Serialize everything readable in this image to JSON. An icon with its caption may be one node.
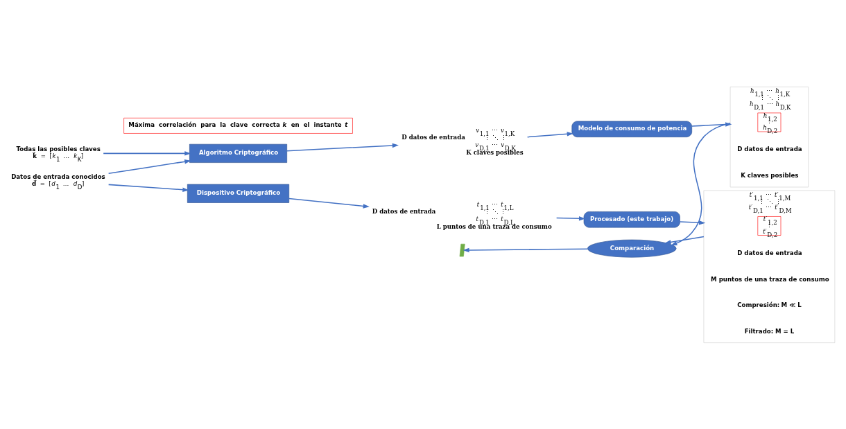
{
  "diagram": {
    "nodes": [
      {
        "text": [
          "Todas las posibles claves",
          "**k⃗** = [*k*$_{1}$ … *k*$_{K}$]"
        ]
      },
      {
        "text": [
          "Datos de entrada conocidos",
          "**d⃗** = [*d*$_{1}$ … *d*$_{D}$]"
        ]
      },
      {
        "text": [
          "Algoritmo Criptográfico"
        ]
      },
      {
        "text": [
          "*v*$_{1,1}$ ⋯ *v*$_{1,K}$",
          "⋮ ⋱ ⋮",
          "*v*$_{D,1}$ ⋯ *v*$_{D,K}$"
        ],
        "beside": [
          "D datos de entrada",
          "K claves posibles"
        ]
      },
      {
        "text": [
          "Modelo de consumo de potencia"
        ]
      },
      {
        "text": [
          "*h*$_{1,1}$ ⋯ *h*$_{1,K}$",
          "⋮ ⋱ ⋮",
          "*h*$_{D,1}$ ⋯ *h*$_{D,K}$"
        ],
        "beside": [
          "D datos de entrada",
          "K claves posibles"
        ]
      },
      {
        "text": [
          "*h*$_{1,2}$ ⋮ *h*$_{D,2}$"
        ],
        "in": 5
      },
      {
        "text": [
          "Dispositivo Criptográfico"
        ]
      },
      {
        "text": [
          "*t*$_{1,1}$ ⋯ *t*$_{1,L}$",
          "⋮ ⋱ ⋮",
          "*t*$_{D,1}$ ⋯ *t*$_{D,L}$"
        ],
        "beside": [
          "D datos de entrada",
          "L puntos de una traza de consumo"
        ]
      },
      {
        "text": [
          "Procesado (este trabajo)"
        ]
      },
      {
        "text": [
          "*t′*$_{1,1}$ ⋯ *t′*$_{1,M}$",
          "⋮ ⋱ ⋮",
          "*t′*$_{D,1}$ ⋯ *t′*$_{D,M}$"
        ],
        "beside": [
          "D datos de entrada",
          "M puntos de una traza de consumo",
          "Compresión: **M ≪ L**",
          "Filtrado: **M = L**"
        ]
      },
      {
        "text": [
          "*t′*$_{1,2}$ ⋮ *t′*$_{D,2}$"
        ],
        "in": 10
      },
      {
        "text": [
          "Comparación"
        ]
      },
      {
        "text": [
          "Máxima correlación para la clave correcta *k* en el instante *t*"
        ]
      },
      {
        "text": [],
        "shape": "bar"
      }
    ],
    "edges": [
      {
        "from": 0,
        "to": 2,
        "arrow": "to"
      },
      {
        "from": 1,
        "to": 2,
        "arrow": "to"
      },
      {
        "from": 1,
        "to": 7,
        "arrow": "to"
      },
      {
        "from": 2,
        "to": 3,
        "arrow": "to"
      },
      {
        "from": 3,
        "to": 4,
        "arrow": "to"
      },
      {
        "from": 4,
        "to": 5,
        "arrow": "to"
      },
      {
        "from": 7,
        "to": 8,
        "arrow": "to"
      },
      {
        "from": 8,
        "to": 9,
        "arrow": "to"
      },
      {
        "from": 9,
        "to": 10,
        "arrow": "to"
      },
      {
        "from": 5,
        "to": 12,
        "arrow": "to"
      },
      {
        "from": 10,
        "to": 12,
        "arrow": "to"
      },
      {
        "from": 12,
        "to": 14,
        "arrow": "to"
      }
    ]
  }
}
